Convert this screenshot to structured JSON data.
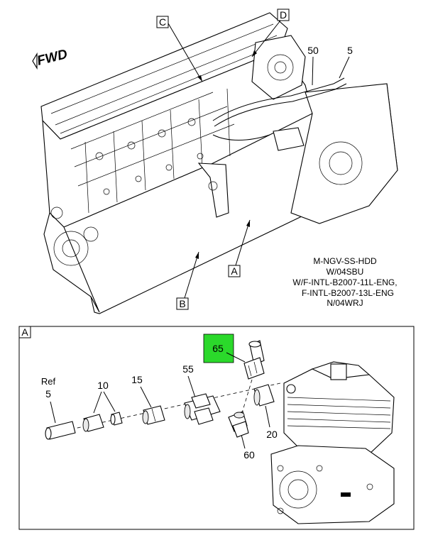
{
  "orientation": {
    "label": "FWD",
    "icon": "forward-arrow-icon"
  },
  "top_view": {
    "callouts": {
      "c": "C",
      "d": "D",
      "a": "A",
      "b": "B"
    },
    "part_labels": {
      "p50": "50",
      "p5": "5"
    }
  },
  "applicability": {
    "lines": [
      "M-NGV-SS-HDD",
      "W/04SBU",
      "W/F-INTL-B2007-11L-ENG,",
      "F-INTL-B2007-13L-ENG",
      "N/04WRJ"
    ]
  },
  "detail_a": {
    "frame_label": "A",
    "highlight": {
      "label": "65",
      "color": "#2bd92b"
    },
    "part_labels": {
      "ref": "Ref",
      "ref5": "5",
      "p10": "10",
      "p15": "15",
      "p55": "55",
      "p20": "20",
      "p60": "60"
    }
  }
}
